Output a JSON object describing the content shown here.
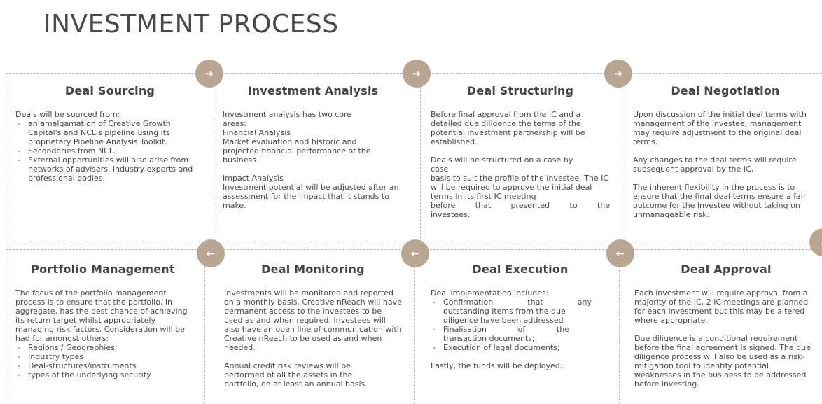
{
  "page_title": "INVESTMENT PROCESS",
  "accent_color": "#b8a592",
  "connector_icons": {
    "top": "arrow-right-icon",
    "bottom": "arrow-left-icon",
    "turn": "arrow-down-icon"
  },
  "steps": {
    "deal_sourcing": {
      "title": "Deal Sourcing",
      "intro": "Deals will be sourced from:",
      "bullets": [
        "an amalgamation of Creative Growth Capital's and NCL's pipeline using its proprietary Pipeline Analysis Toolkit.",
        "Secondaries from NCL.",
        "External opportunities will also arise from networks of advisers, industry experts and professional bodies."
      ]
    },
    "investment_analysis": {
      "title": "Investment Analysis",
      "p1": "Investment analysis has two core areas:",
      "p2": "Financial Analysis",
      "p3": "Market evaluation and historic and projected financial performance of the business.",
      "p4": "Impact Analysis",
      "p5": "Investment potential will be adjusted after an assessment for the impact that it stands to make."
    },
    "deal_structuring": {
      "title": "Deal Structuring",
      "p1": "Before final approval from the IC and a detailed due diligence the terms of the potential investment partnership will be established.",
      "p2": "Deals will be structured on a case by case",
      "p3": "basis to suit the profile of the investee. The IC will be required to approve the initial deal terms in its first IC meeting",
      "p4": "before that presented to the",
      "p5": "investees."
    },
    "deal_negotiation": {
      "title": "Deal Negotiation",
      "p1": "Upon discussion of the initial deal terms with management of the investee, management may require adjustment to the original deal terms.",
      "p2": "Any changes to the deal terms will require subsequent approval by the IC.",
      "p3": "The inherent flexibility in the process is to ensure that the final deal terms ensure a fair outcome for the investee without taking on unmanageable risk."
    },
    "portfolio_management": {
      "title": "Portfolio Management",
      "p1": "The focus of the portfolio management process is to ensure that the portfolio, in aggregate, has the best chance of achieving its return target whilst appropriately managing risk factors. Consideration will be had for amongst others:",
      "bullets": [
        "Regions / Geographies;",
        "Industry types",
        "Deal-structures/instruments",
        "types of the underlying security"
      ]
    },
    "deal_monitoring": {
      "title": "Deal Monitoring",
      "p1": "Investments will be monitored and reported on a monthly basis. Creative nReach will have permanent access to the investees to be used as and when required. Investees will also have an open line of communication with Creative nReach to be used as and when needed.",
      "p2": "Annual credit risk reviews will be performed of all the assets in the portfolio, on at least an annual basis."
    },
    "deal_execution": {
      "title": "Deal Execution",
      "intro": "Deal implementation includes:",
      "b1_line1": "Confirmation that any",
      "b1_rest": "outstanding items from the due diligence have been addressed",
      "b2_line1": "Finalisation of the",
      "b2_rest": "transaction documents;",
      "b3": "Execution of legal documents;",
      "closing": "Lastly, the funds will be deployed."
    },
    "deal_approval": {
      "title": "Deal Approval",
      "p1": "Each investment will require approval from a majority of the IC. 2 IC meetings are planned for each investment but this may be altered where appropriate.",
      "p2": "Due diligence is a conditional requirement before the final agreement is signed. The due diligence process will also be used as a risk-mitigation tool to identify potential weaknesses in the business to be addressed before investing."
    }
  }
}
